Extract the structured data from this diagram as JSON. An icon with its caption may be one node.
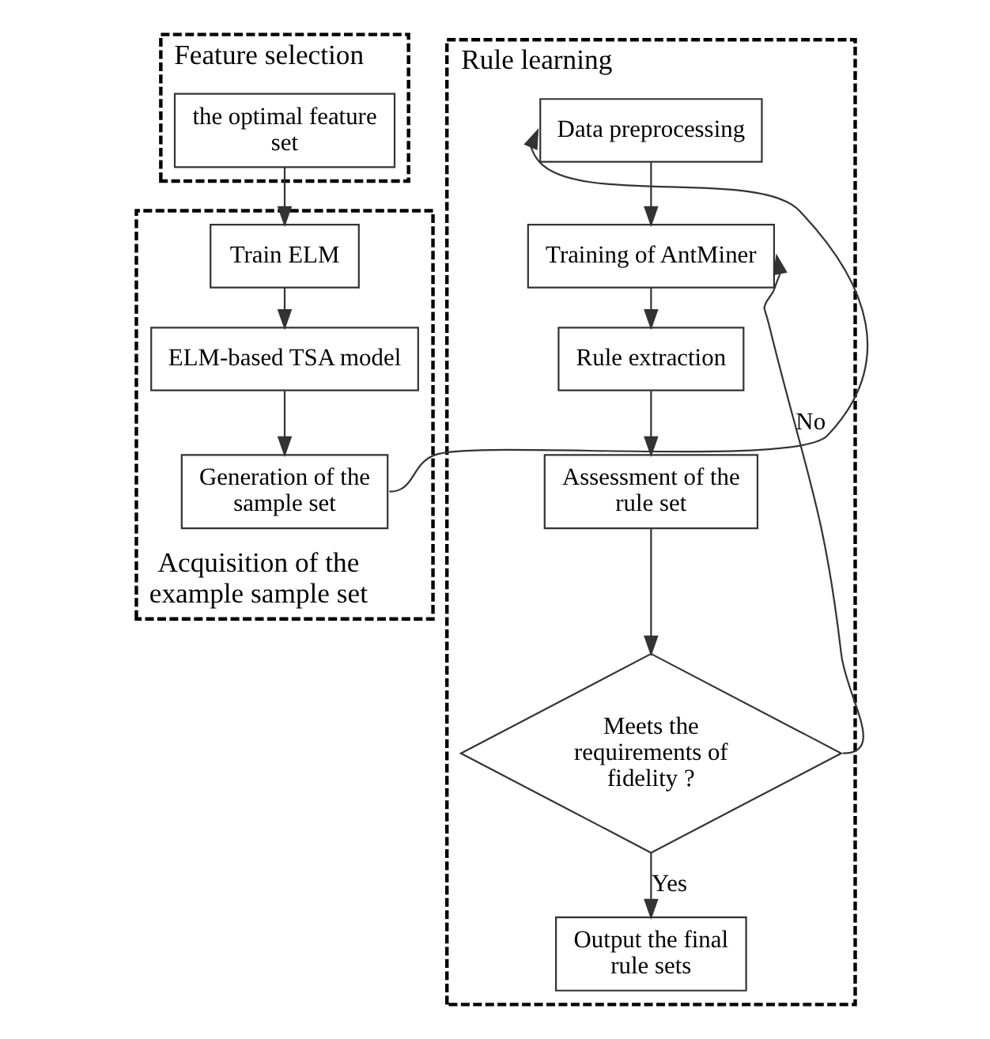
{
  "diagram": {
    "nodes": [
      {
        "text": [
          "Feature selection"
        ]
      },
      {
        "text": [
          "the optimal feature set"
        ],
        "in": 0
      },
      {
        "text": [
          "Acquisition of the example sample set"
        ]
      },
      {
        "text": [
          "Train ELM"
        ],
        "in": 2
      },
      {
        "text": [
          "ELM-based TSA model"
        ],
        "in": 2
      },
      {
        "text": [
          "Generation of the sample set"
        ],
        "in": 2
      },
      {
        "text": [
          "Rule learning"
        ]
      },
      {
        "text": [
          "Data preprocessing"
        ],
        "in": 6
      },
      {
        "text": [
          "Training of AntMiner"
        ],
        "in": 6
      },
      {
        "text": [
          "Rule extraction"
        ],
        "in": 6
      },
      {
        "text": [
          "Assessment of the rule set"
        ],
        "in": 6
      },
      {
        "text": [
          "Meets the requirements of fidelity ?"
        ],
        "in": 6
      },
      {
        "text": [
          "Output the final rule sets"
        ],
        "in": 6
      }
    ],
    "edges": [
      {
        "from": 1,
        "to": 3,
        "arrow": "to"
      },
      {
        "from": 3,
        "to": 4,
        "arrow": "to"
      },
      {
        "from": 4,
        "to": 5,
        "arrow": "to"
      },
      {
        "from": 5,
        "to": 7,
        "arrow": "to"
      },
      {
        "from": 7,
        "to": 8,
        "arrow": "to"
      },
      {
        "from": 8,
        "to": 9,
        "arrow": "to"
      },
      {
        "from": 9,
        "to": 10,
        "arrow": "to"
      },
      {
        "from": 10,
        "to": 11,
        "arrow": "to"
      },
      {
        "from": 11,
        "to": 12,
        "arrow": "to",
        "label": "Yes"
      },
      {
        "from": 11,
        "to": 8,
        "arrow": "to",
        "label": "No"
      }
    ]
  }
}
